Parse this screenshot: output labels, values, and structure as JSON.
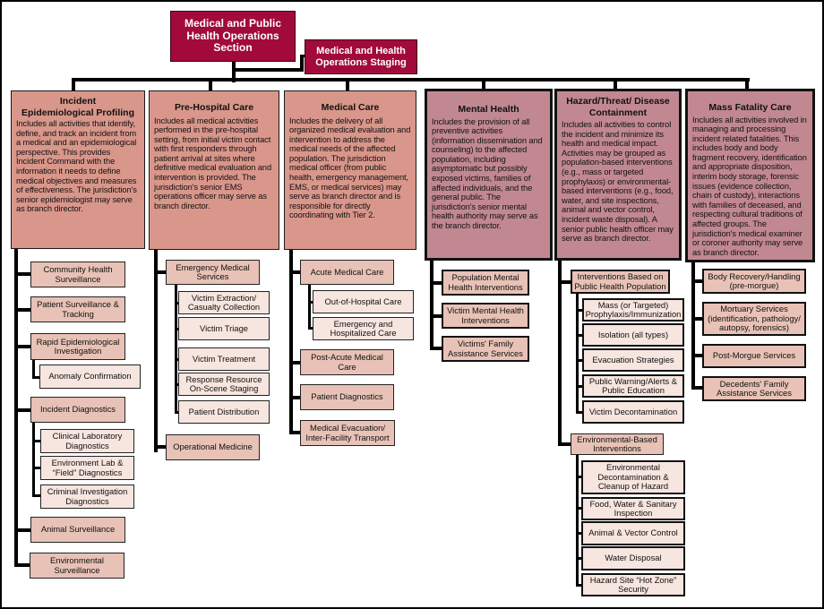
{
  "root": {
    "title": "Medical and Public Health Operations Section",
    "title_lines": [
      "Medical and Public",
      "Health Operations",
      "Section"
    ]
  },
  "staging": {
    "title_lines": [
      "Medical and Health",
      "Operations Staging"
    ]
  },
  "colors": {
    "root": "#A10A3A",
    "branch_salmon": "#D9968A",
    "branch_mauve": "#C18891",
    "level1": "#E8C2B6",
    "level2": "#F7E5DF"
  },
  "branches": [
    {
      "title": "Incident Epidemiological Profiling",
      "title_lines": [
        "Incident",
        "Epidemiological Profiling"
      ],
      "description": "Includes all activities that identify, define, and track an incident from a medical and an epidemiological perspective. This provides Incident Command with the information it needs to define medical objectives and measures of effectiveness. The jurisdiction's senior epidemiologist may serve as branch director.",
      "children": [
        {
          "label": "Community Health Surveillance",
          "children": []
        },
        {
          "label": "Patient Surveillance & Tracking",
          "children": []
        },
        {
          "label": "Rapid Epidemiological Investigation",
          "children": [
            {
              "label": "Anomaly Confirmation"
            }
          ]
        },
        {
          "label": "Incident Diagnostics",
          "children": [
            {
              "label": "Clinical Laboratory Diagnostics"
            },
            {
              "label": "Environment Lab & “Field” Diagnostics"
            },
            {
              "label": "Criminal Investigation Diagnostics"
            }
          ]
        },
        {
          "label": "Animal Surveillance",
          "children": []
        },
        {
          "label": "Environmental Surveillance",
          "children": []
        }
      ]
    },
    {
      "title": "Pre-Hospital Care",
      "description": "Includes all medical activities performed in the pre-hospital setting, from initial victim contact with first responders through patient arrival at sites where definitive medical evaluation and intervention is provided. The jurisdiction's senior EMS operations officer may serve as branch director.",
      "children": [
        {
          "label": "Emergency Medical Services",
          "children": [
            {
              "label": "Victim Extraction/ Casualty Collection"
            },
            {
              "label": "Victim Triage"
            },
            {
              "label": "Victim Treatment"
            },
            {
              "label": "Response Resource On-Scene Staging"
            },
            {
              "label": "Patient Distribution"
            }
          ]
        },
        {
          "label": "Operational Medicine",
          "children": []
        }
      ]
    },
    {
      "title": "Medical Care",
      "description": "Includes the delivery of all organized medical evaluation and intervention to address the medical needs of the affected population. The jurisdiction medical officer (from public health, emergency management, EMS, or medical services) may serve as branch director and is responsible for directly coordinating with Tier 2.",
      "children": [
        {
          "label": "Acute Medical Care",
          "children": [
            {
              "label": "Out-of-Hospital Care"
            },
            {
              "label": "Emergency and Hospitalized Care"
            }
          ]
        },
        {
          "label": "Post-Acute Medical Care",
          "children": []
        },
        {
          "label": "Patient Diagnostics",
          "children": []
        },
        {
          "label": "Medical Evacuation/ Inter-Facility Transport",
          "children": []
        }
      ]
    },
    {
      "title": "Mental Health",
      "description": "Includes the provision of all preventive activities (information dissemination and counseling) to the affected population, including asymptomatic but possibly exposed victims, families of affected individuals, and the general public. The jurisdiction's senior mental health authority may serve as the branch director.",
      "children": [
        {
          "label": "Population Mental Health Interventions",
          "children": []
        },
        {
          "label": "Victim Mental Health Interventions",
          "children": []
        },
        {
          "label": "Victims' Family Assistance Services",
          "children": []
        }
      ]
    },
    {
      "title": "Hazard/Threat/ Disease Containment",
      "title_lines": [
        "Hazard/Threat/ Disease",
        "Containment"
      ],
      "description": "Includes all activities to control the incident and minimize its health and medical impact. Activities may be grouped as population-based interventions (e.g., mass or targeted prophylaxis) or environmental-based interventions (e.g., food, water, and site inspections, animal and vector control, incident waste disposal). A senior public health officer may serve as branch director.",
      "children": [
        {
          "label": "Interventions Based on Public Health Population",
          "children": [
            {
              "label": "Mass (or Targeted) Prophylaxis/Immunization"
            },
            {
              "label": "Isolation (all types)"
            },
            {
              "label": "Evacuation Strategies"
            },
            {
              "label": "Public Warning/Alerts & Public Education"
            },
            {
              "label": "Victim Decontamination"
            }
          ]
        },
        {
          "label": "Environmental-Based Interventions",
          "children": [
            {
              "label": "Environmental Decontamination & Cleanup of Hazard"
            },
            {
              "label": "Food, Water & Sanitary Inspection"
            },
            {
              "label": "Animal & Vector Control"
            },
            {
              "label": "Water Disposal"
            },
            {
              "label": "Hazard Site “Hot Zone” Security"
            }
          ]
        }
      ]
    },
    {
      "title": "Mass Fatality Care",
      "description": "Includes all activities involved in managing and processing incident related fatalities. This includes body and body fragment recovery, identification and appropriate disposition, interim body storage, forensic issues (evidence collection, chain of custody), interactions with families of deceased, and respecting cultural traditions of affected groups. The jurisdiction's medical examiner or coroner authority may serve as branch director.",
      "children": [
        {
          "label": "Body Recovery/Handling (pre-morgue)",
          "children": []
        },
        {
          "label": "Mortuary Services (identification, pathology/ autopsy, forensics)",
          "children": []
        },
        {
          "label": "Post-Morgue Services",
          "children": []
        },
        {
          "label": "Decedents' Family Assistance Services",
          "children": []
        }
      ]
    }
  ]
}
